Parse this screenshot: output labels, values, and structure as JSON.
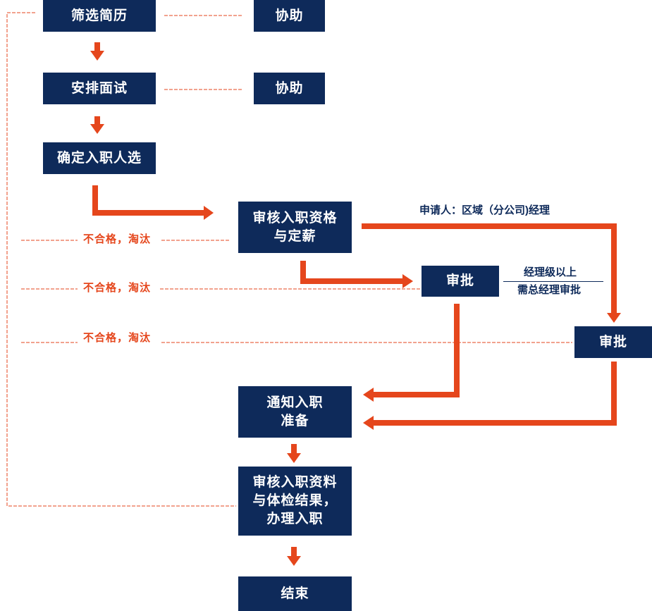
{
  "colors": {
    "navy": "#0e2a5a",
    "orange": "#e5461c"
  },
  "boxes": {
    "screen_resumes": {
      "lines": [
        "筛选简历"
      ]
    },
    "assist_1": {
      "lines": [
        "协助"
      ]
    },
    "arrange_interview": {
      "lines": [
        "安排面试"
      ]
    },
    "assist_2": {
      "lines": [
        "协助"
      ]
    },
    "confirm_candidate": {
      "lines": [
        "确定入职人选"
      ]
    },
    "review_qualification": {
      "lines": [
        "审核入职资格",
        "与定薪"
      ]
    },
    "approve_middle": {
      "lines": [
        "审批"
      ]
    },
    "approve_right": {
      "lines": [
        "审批"
      ]
    },
    "notify_onboarding": {
      "lines": [
        "通知入职",
        "准备"
      ]
    },
    "review_documents": {
      "lines": [
        "审核入职资料",
        "与体检结果，",
        "办理入职"
      ]
    },
    "end": {
      "lines": [
        "结束"
      ]
    }
  },
  "annotations": {
    "applicant": "申请人：区域（分公司)经理",
    "manager_level": "经理级以上",
    "gm_approval": "需总经理审批",
    "reject_1": "不合格，淘汰",
    "reject_2": "不合格，淘汰",
    "reject_3": "不合格，淘汰"
  }
}
